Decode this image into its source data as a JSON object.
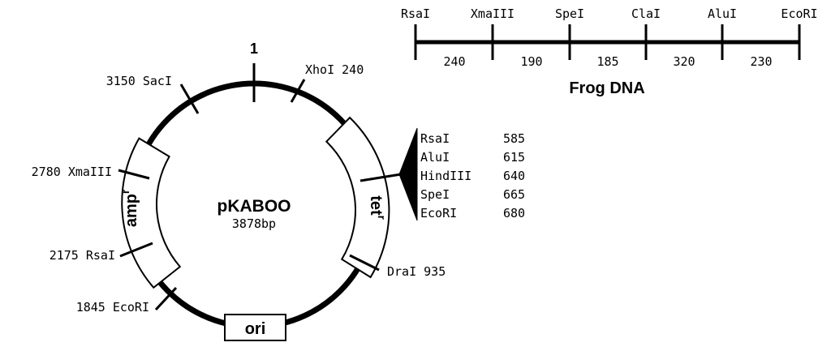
{
  "plasmid": {
    "name": "pKABOO",
    "size": "3878bp",
    "origin_label": "1",
    "sites": [
      {
        "name": "XhoI",
        "pos": "240"
      },
      {
        "name": "SacI",
        "pos": "3150"
      },
      {
        "name": "XmaIII",
        "pos": "2780"
      },
      {
        "name": "RsaI",
        "pos": "2175"
      },
      {
        "name": "EcoRI",
        "pos": "1845"
      },
      {
        "name": "DraI",
        "pos": "935"
      }
    ],
    "genes": {
      "amp": "amp",
      "amp_sup": "r",
      "tet": "tet",
      "tet_sup": "r",
      "ori": "ori"
    },
    "mcs": [
      {
        "name": "RsaI",
        "pos": "585"
      },
      {
        "name": "AluI",
        "pos": "615"
      },
      {
        "name": "HindIII",
        "pos": "640"
      },
      {
        "name": "SpeI",
        "pos": "665"
      },
      {
        "name": "EcoRI",
        "pos": "680"
      }
    ]
  },
  "frog_dna": {
    "title": "Frog DNA",
    "sites": [
      "RsaI",
      "XmaIII",
      "SpeI",
      "ClaI",
      "AluI",
      "EcoRI"
    ],
    "segments": [
      "240",
      "190",
      "185",
      "320",
      "230"
    ]
  }
}
